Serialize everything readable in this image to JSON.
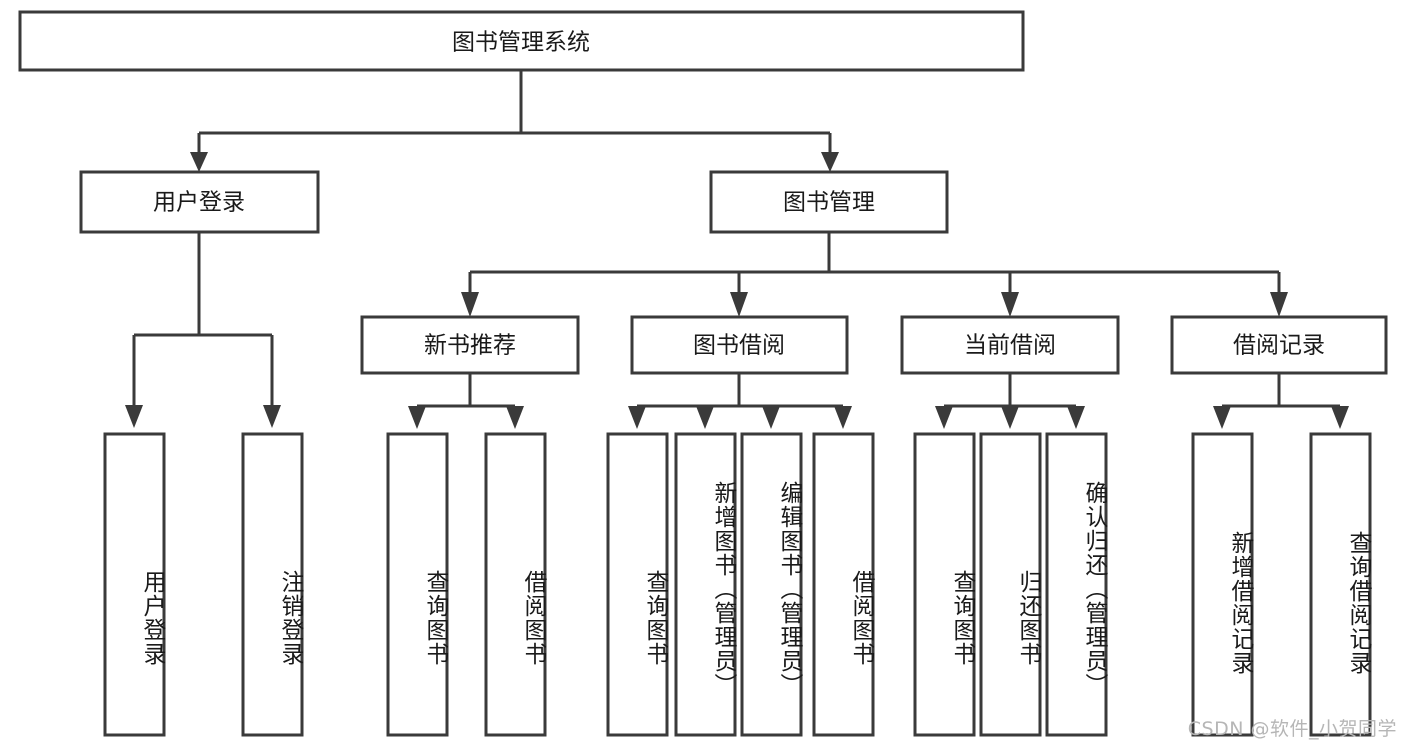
{
  "diagram": {
    "title": "图书管理系统",
    "type": "tree",
    "watermark": "CSDN @软件_小贺同学",
    "colors": {
      "stroke": "#3a3a3a",
      "fill": "#ffffff",
      "text": "#1a1a1a",
      "watermark": "#b6b6b6",
      "background": "#ffffff"
    },
    "root": {
      "label": "图书管理系统"
    },
    "level2": [
      {
        "label": "用户登录"
      },
      {
        "label": "图书管理"
      }
    ],
    "level3": [
      {
        "label": "新书推荐"
      },
      {
        "label": "图书借阅"
      },
      {
        "label": "当前借阅"
      },
      {
        "label": "借阅记录"
      }
    ],
    "leaves": {
      "user_login": [
        {
          "label": "用户登录"
        },
        {
          "label": "注销登录"
        }
      ],
      "new_book_recommend": [
        {
          "label": "查询图书"
        },
        {
          "label": "借阅图书"
        }
      ],
      "book_borrow": [
        {
          "label": "查询图书"
        },
        {
          "label": "新增图书（管理员）"
        },
        {
          "label": "编辑图书（管理员）"
        },
        {
          "label": "借阅图书"
        }
      ],
      "current_borrow": [
        {
          "label": "查询图书"
        },
        {
          "label": "归还图书"
        },
        {
          "label": "确认归还（管理员）"
        }
      ],
      "borrow_record": [
        {
          "label": "新增借阅记录"
        },
        {
          "label": "查询借阅记录"
        }
      ]
    }
  }
}
